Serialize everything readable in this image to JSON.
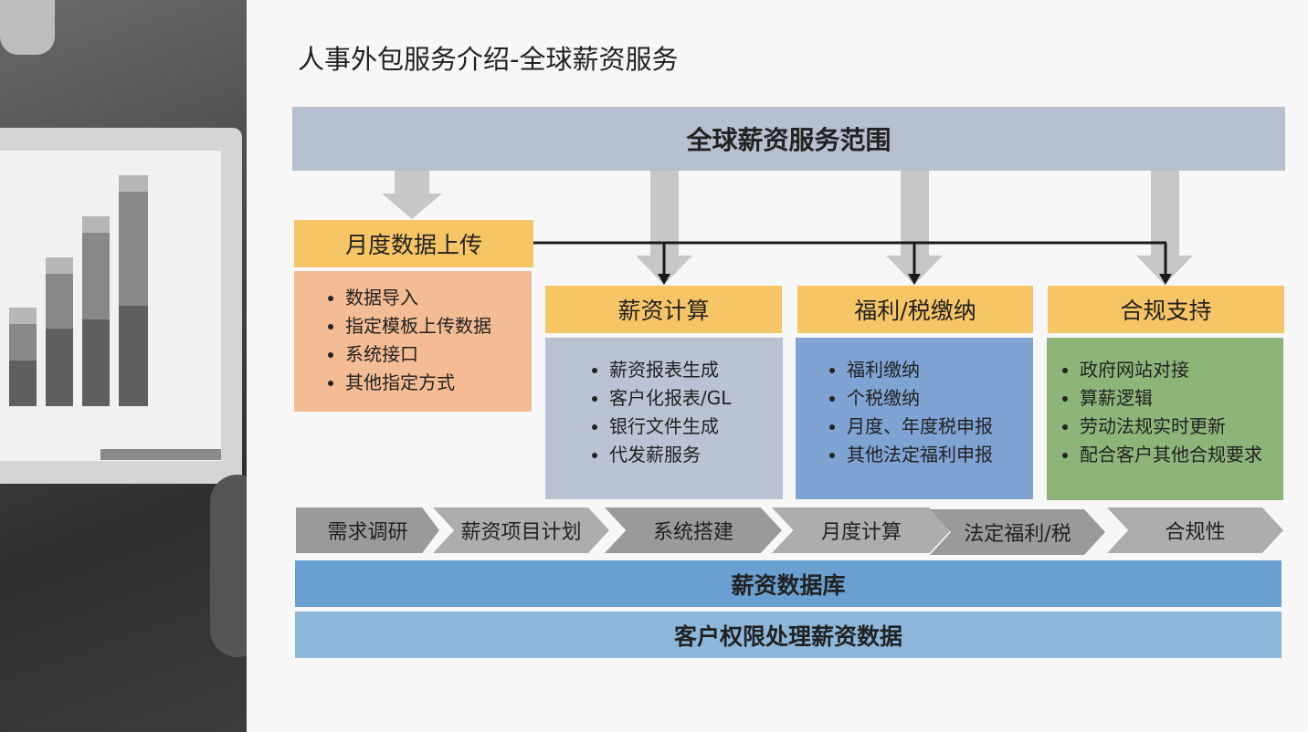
{
  "page_title": "人事外包服务介绍-全球薪资服务",
  "banner": "全球薪资服务范围",
  "columns": [
    {
      "title": "月度数据上传",
      "items": [
        "数据导入",
        "指定模板上传数据",
        "系统接口",
        "其他指定方式"
      ]
    },
    {
      "title": "薪资计算",
      "items": [
        "薪资报表生成",
        "客户化报表/GL",
        "银行文件生成",
        "代发薪服务"
      ]
    },
    {
      "title": "福利/税缴纳",
      "items": [
        "福利缴纳",
        "个税缴纳",
        "月度、年度税申报",
        "其他法定福利申报"
      ]
    },
    {
      "title": "合规支持",
      "items": [
        "政府网站对接",
        "算薪逻辑",
        "劳动法规实时更新",
        "配合客户其他合规要求"
      ]
    }
  ],
  "process_steps": [
    "需求调研",
    "薪资项目计划",
    "系统搭建",
    "月度计算",
    "法定福利/税",
    "合规性"
  ],
  "footer_bars": [
    "薪资数据库",
    "客户权限处理薪资数据"
  ],
  "colors": {
    "banner": "#b6c0d1",
    "header": "#f6c566",
    "box_upload": "#f4bc94",
    "box_payroll": "#b9c3d3",
    "box_welfare": "#7fa3d3",
    "box_compliance": "#8db57a",
    "chevron": "#9a9a9a",
    "bar_database": "#6a9fd1",
    "bar_permission": "#8db8dc"
  }
}
